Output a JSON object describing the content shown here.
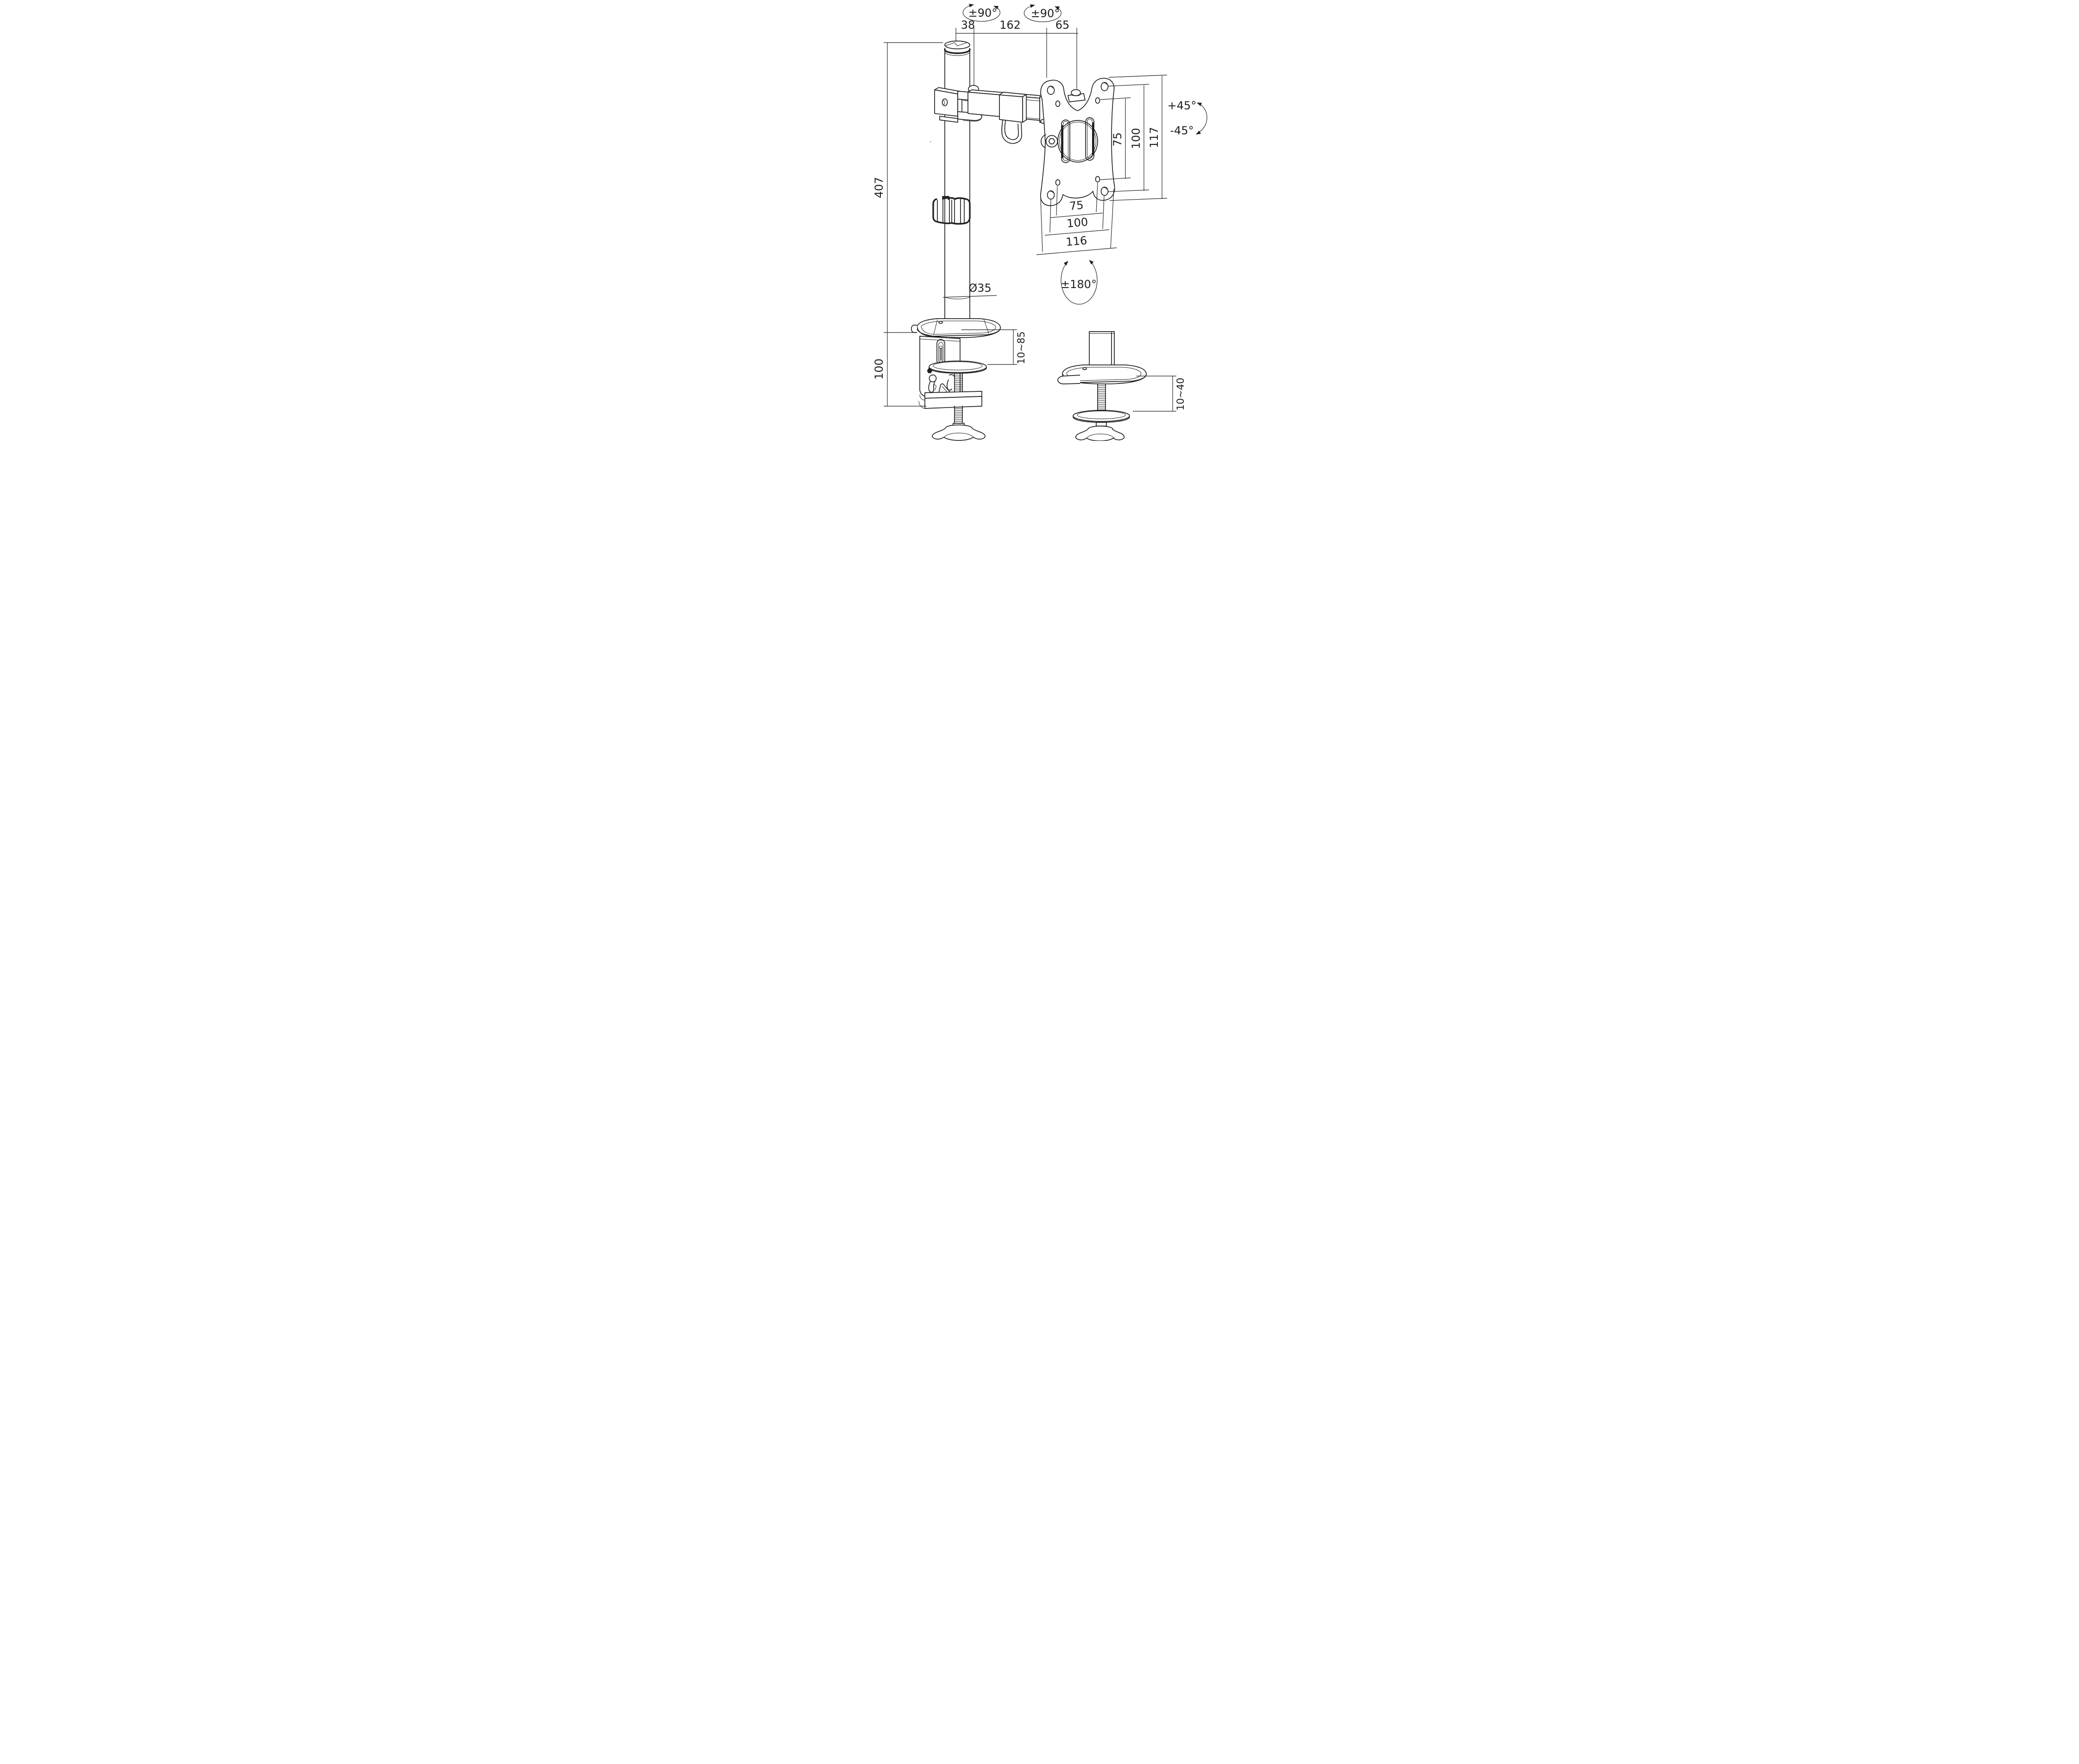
{
  "colors": {
    "ink": "#231f20",
    "paper": "#ffffff"
  },
  "labels": {
    "rotation_pole": "±90°",
    "rotation_head": "±90°",
    "offset_pole_to_pivot": "38",
    "arm_length": "162",
    "pivot_to_plate": "65",
    "pole_height": "407",
    "clamp_height": "100",
    "pole_diameter": "Ø35",
    "vesa_vertical_inner": "75",
    "vesa_vertical_outer": "100",
    "plate_height": "117",
    "tilt_up": "+45°",
    "tilt_down": "-45°",
    "vesa_horizontal_inner": "75",
    "vesa_horizontal_outer": "100",
    "plate_width": "116",
    "swivel_range": "±180°",
    "clamp_thickness_range": "10~85",
    "grommet_thickness_range": "10~40"
  }
}
